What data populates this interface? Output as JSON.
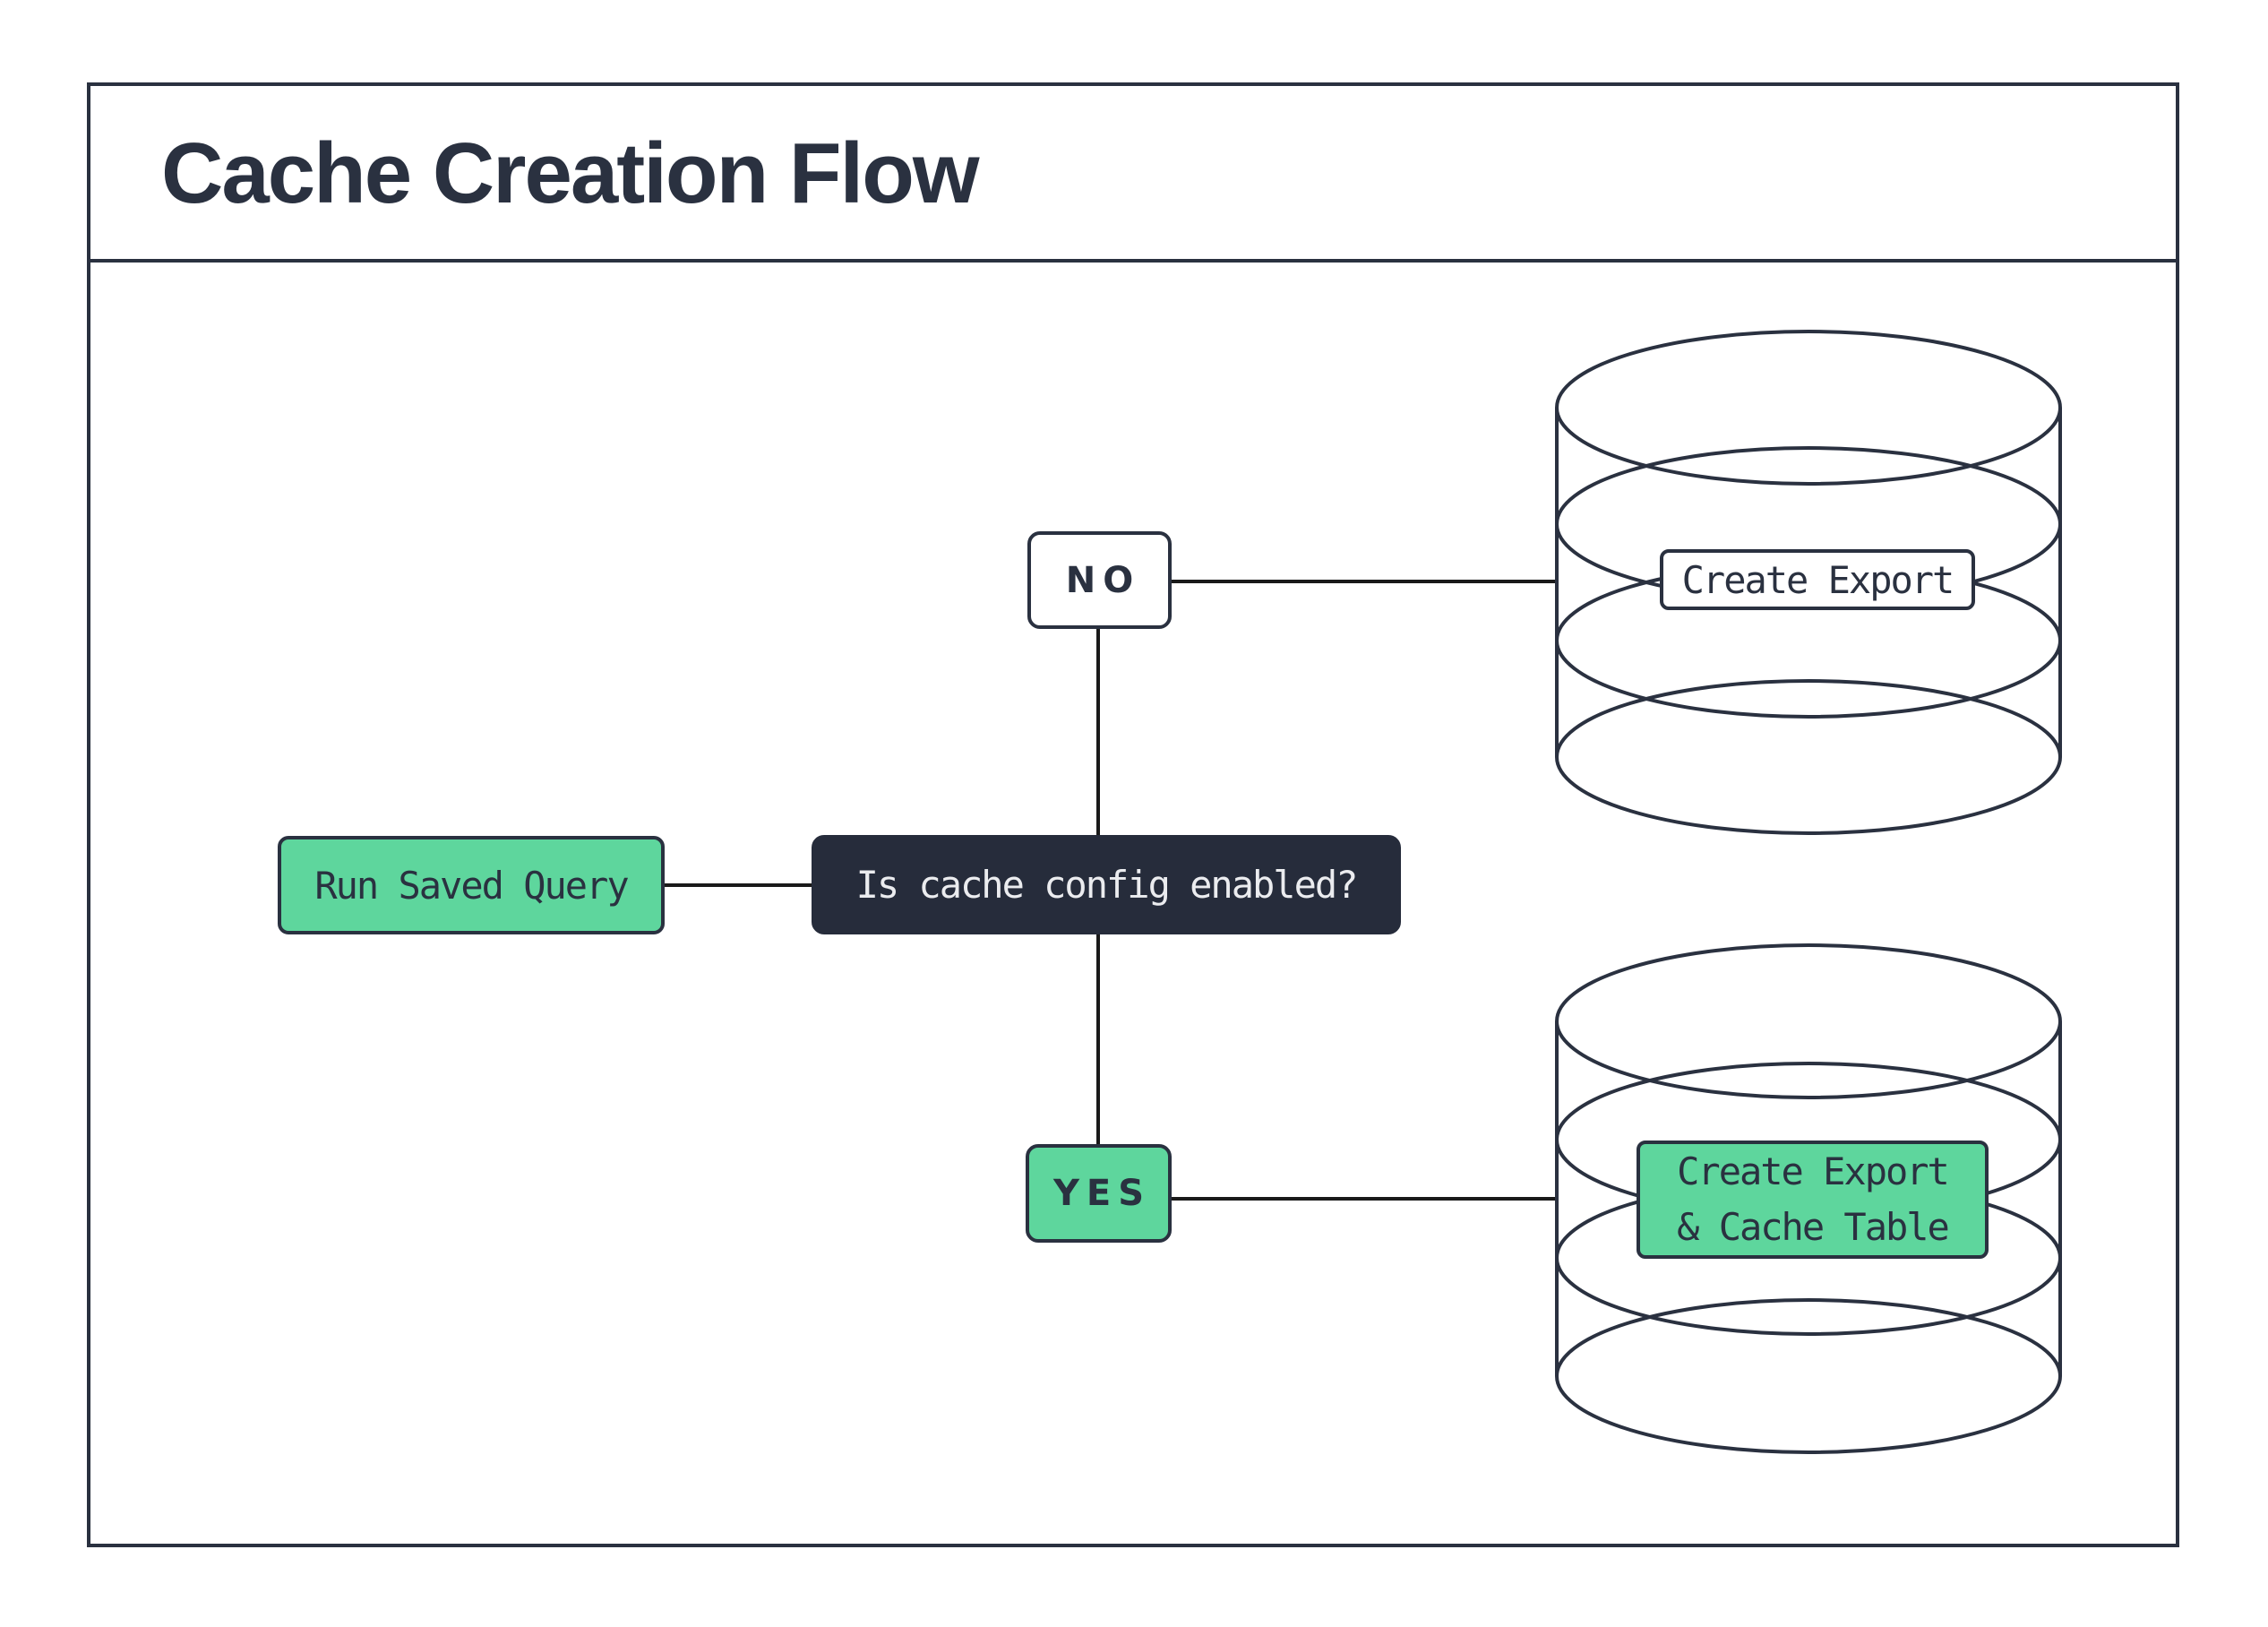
{
  "title": "Cache Creation Flow",
  "colors": {
    "navy": "#2a3140",
    "green": "#5ed69d",
    "dark_fill": "#262c3b",
    "line": "#1a1a1a",
    "text_light": "#ebecef"
  },
  "flow": {
    "start": {
      "label": "Run Saved Query"
    },
    "decision": {
      "label": "Is cache config enabled?"
    },
    "branch_no": {
      "label": "NO"
    },
    "branch_yes": {
      "label": "YES"
    },
    "db_no": {
      "label": "Create Export"
    },
    "db_yes": {
      "label_line1": "Create Export",
      "label_line2": "& Cache Table"
    }
  }
}
